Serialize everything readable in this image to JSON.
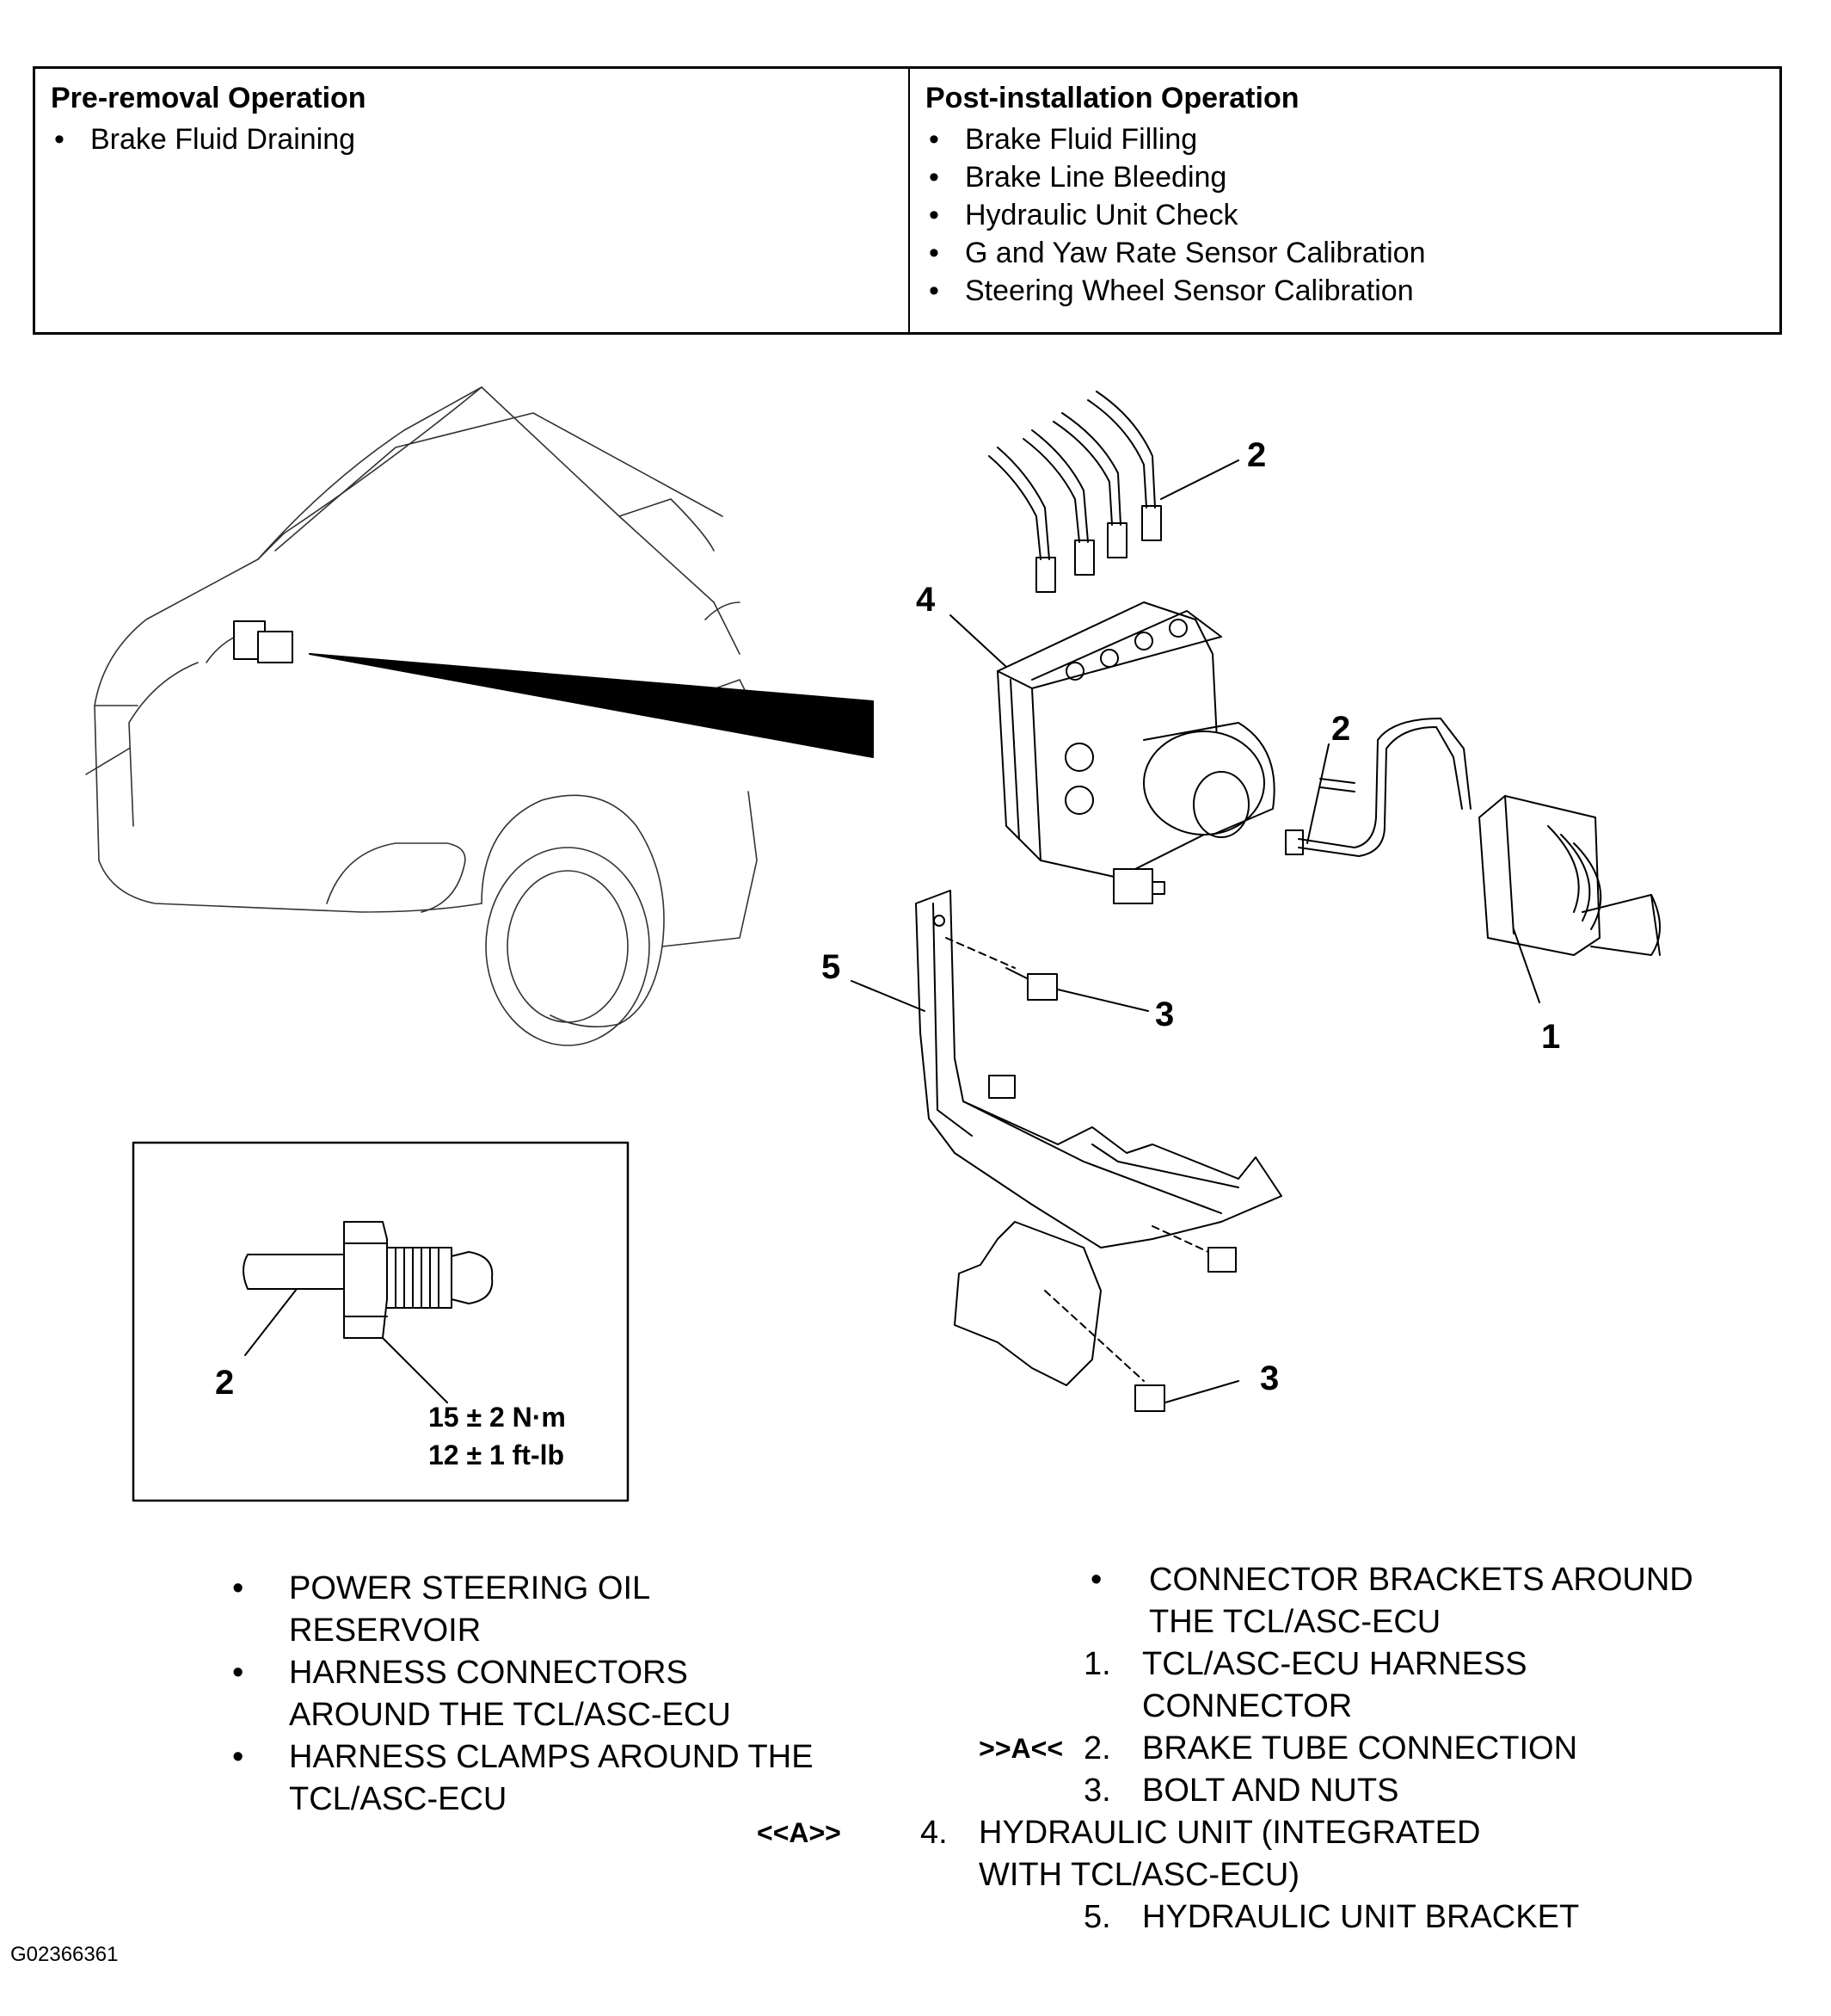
{
  "operations": {
    "pre_removal": {
      "heading": "Pre-removal Operation",
      "items": [
        "Brake Fluid Draining"
      ]
    },
    "post_installation": {
      "heading": "Post-installation Operation",
      "items": [
        "Brake Fluid Filling",
        "Brake Line Bleeding",
        "Hydraulic Unit Check",
        "G and Yaw Rate Sensor Calibration",
        "Steering Wheel Sensor Calibration"
      ]
    }
  },
  "callouts": {
    "c1": "1",
    "c2a": "2",
    "c2b": "2",
    "c3a": "3",
    "c3b": "3",
    "c4": "4",
    "c5": "5",
    "c2_detail": "2"
  },
  "torque": {
    "nm": "15 ± 2 N·m",
    "ftlb": "12 ± 1 ft-lb"
  },
  "removal_notes": [
    {
      "bullet": "•",
      "line1": "POWER STEERING OIL",
      "line2": "RESERVOIR"
    },
    {
      "bullet": "•",
      "line1": "HARNESS CONNECTORS",
      "line2": "AROUND THE TCL/ASC-ECU"
    },
    {
      "bullet": "•",
      "line1": "HARNESS CLAMPS AROUND THE",
      "line2": "TCL/ASC-ECU"
    }
  ],
  "parts_list": {
    "bracket_note": {
      "bullet": "•",
      "line1": "CONNECTOR BRACKETS AROUND",
      "line2": "THE TCL/ASC-ECU"
    },
    "items": [
      {
        "num": "1.",
        "ref": "",
        "line1": "TCL/ASC-ECU HARNESS",
        "line2": "CONNECTOR"
      },
      {
        "num": "2.",
        "ref": ">>A<<",
        "line1": "BRAKE TUBE CONNECTION",
        "line2": ""
      },
      {
        "num": "3.",
        "ref": "",
        "line1": "BOLT AND NUTS",
        "line2": ""
      },
      {
        "num": "4.",
        "ref": "<<A>>",
        "line1": "HYDRAULIC UNIT (INTEGRATED",
        "line2": "WITH TCL/ASC-ECU)"
      },
      {
        "num": "5.",
        "ref": "",
        "line1": "HYDRAULIC UNIT BRACKET",
        "line2": ""
      }
    ]
  },
  "figure_id": "G02366361"
}
